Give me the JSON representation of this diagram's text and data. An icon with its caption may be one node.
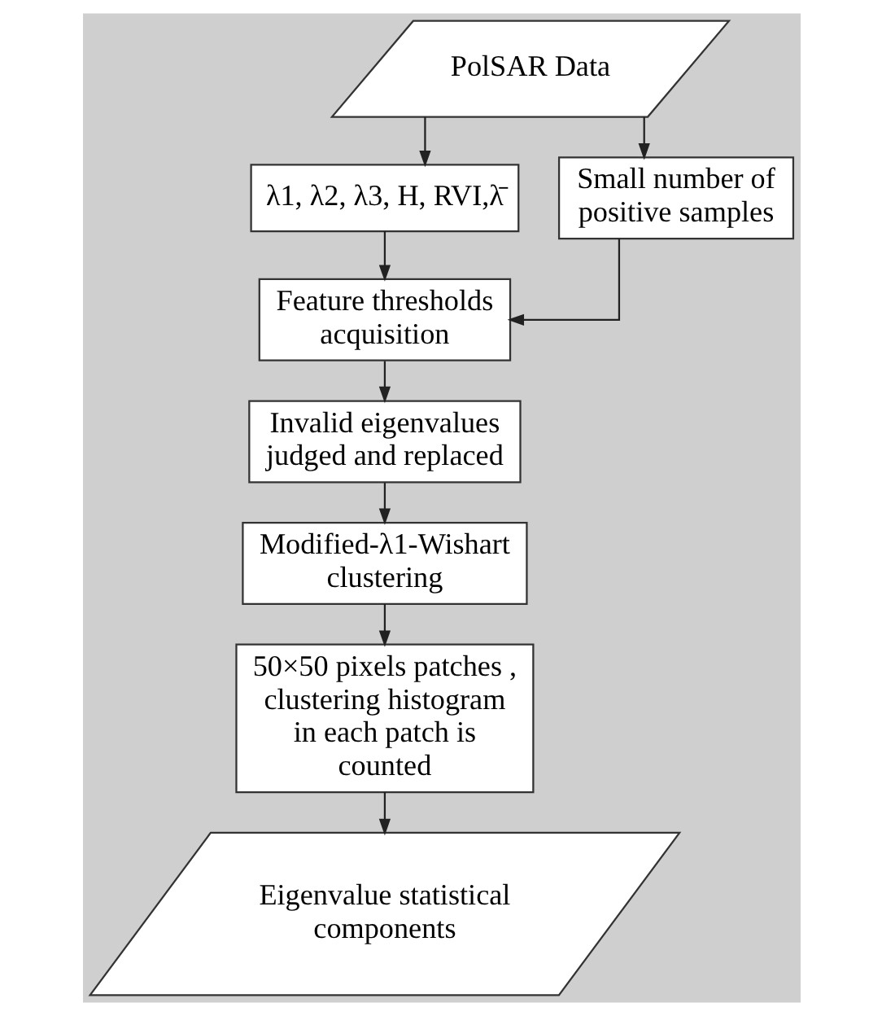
{
  "diagram": {
    "nodes": [
      {
        "text": [
          "PolSAR Data"
        ]
      },
      {
        "text": [
          "λ1, λ2, λ3, H, RVI,λ̄"
        ]
      },
      {
        "text": [
          "Small number of positive samples"
        ]
      },
      {
        "text": [
          "Feature thresholds acquisition"
        ]
      },
      {
        "text": [
          "Invalid eigenvalues judged and replaced"
        ]
      },
      {
        "text": [
          "Modified-λ1-Wishart clustering"
        ]
      },
      {
        "text": [
          "50×50 pixels patches , clustering histogram in each patch is counted"
        ]
      },
      {
        "text": [
          "Eigenvalue statistical components"
        ]
      }
    ],
    "edges": [
      {
        "from": 0,
        "to": 1,
        "arrow": "to"
      },
      {
        "from": 0,
        "to": 2,
        "arrow": "to"
      },
      {
        "from": 1,
        "to": 3,
        "arrow": "to"
      },
      {
        "from": 2,
        "to": 3,
        "arrow": "to"
      },
      {
        "from": 3,
        "to": 4,
        "arrow": "to"
      },
      {
        "from": 4,
        "to": 5,
        "arrow": "to"
      },
      {
        "from": 5,
        "to": 6,
        "arrow": "to"
      },
      {
        "from": 6,
        "to": 7,
        "arrow": "to"
      }
    ]
  }
}
